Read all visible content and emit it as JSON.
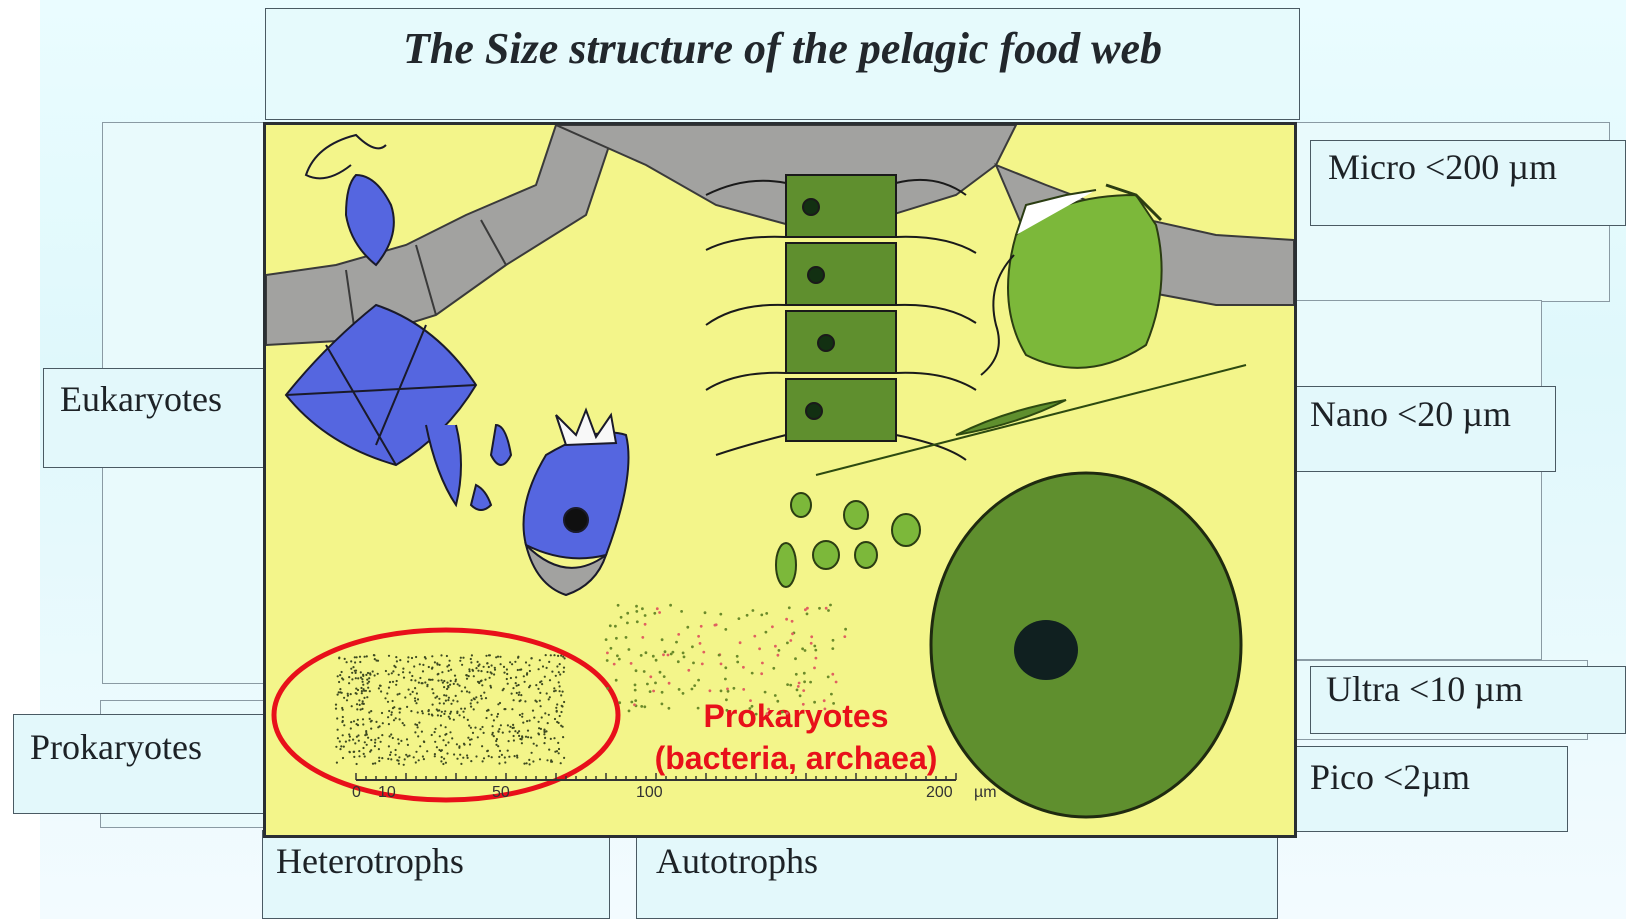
{
  "title": "The Size structure of the pelagic food web",
  "left_labels": {
    "eukaryotes": "Eukaryotes",
    "prokaryotes": "Prokaryotes"
  },
  "right_labels": {
    "micro": "Micro <200 µm",
    "nano": "Nano <20 µm",
    "ultra": "Ultra <10 µm",
    "pico": "Pico <2µm"
  },
  "bottom_labels": {
    "heterotrophs": "Heterotrophs",
    "autotrophs": "Autotrophs"
  },
  "highlight": {
    "line1": "Prokaryotes",
    "line2": "(bacteria, archaea)",
    "color": "#e8101a"
  },
  "scale_bar": {
    "ticks": [
      "0",
      "10",
      "50",
      "100",
      "200"
    ],
    "unit": "µm"
  },
  "colors": {
    "background": "#f3f58a",
    "heterotroph_blue": "#5566e0",
    "autotroph_green": "#6fa63a",
    "diatom_grey": "#a2a2a0"
  }
}
